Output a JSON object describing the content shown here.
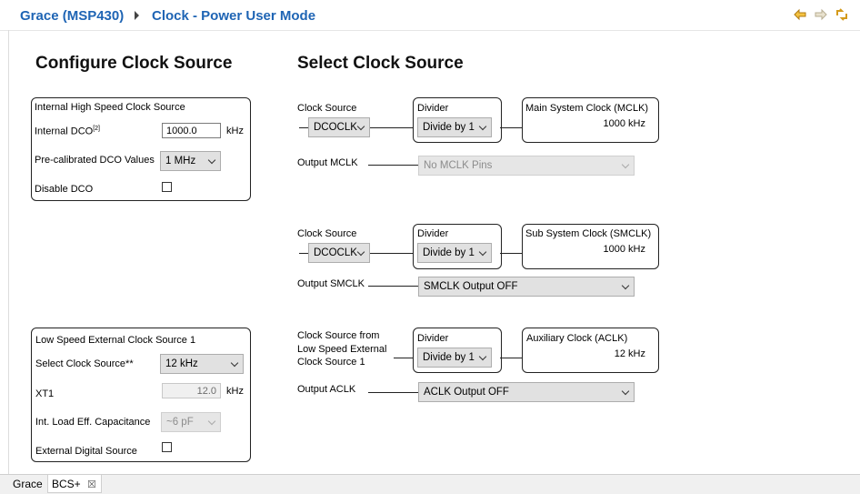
{
  "header": {
    "crumb1": "Grace (MSP430)",
    "crumb2": "Clock - Power User Mode",
    "icons": [
      "back-arrow-icon",
      "forward-arrow-icon",
      "sync-icon"
    ]
  },
  "left": {
    "title": "Configure Clock Source",
    "hs": {
      "title": "Internal High Speed Clock Source",
      "dco_label": "Internal DCO",
      "dco_sup": "[2]",
      "dco_value": "1000.0",
      "dco_unit": "kHz",
      "precal_label": "Pre-calibrated DCO Values",
      "precal_value": "1 MHz",
      "disable_label": "Disable DCO"
    },
    "ls": {
      "title": "Low Speed External Clock Source 1",
      "select_label": "Select Clock Source**",
      "select_value": "12 kHz",
      "xt1_label": "XT1",
      "xt1_value": "12.0",
      "xt1_unit": "kHz",
      "cap_label": "Int. Load Eff. Capacitance",
      "cap_value": "~6 pF",
      "ext_label": "External Digital Source"
    }
  },
  "right": {
    "title": "Select Clock Source",
    "mclk": {
      "src_label": "Clock Source",
      "src_value": "DCOCLK",
      "div_label": "Divider",
      "div_value": "Divide by 1",
      "clock_name": "Main System Clock (MCLK)",
      "clock_value": "1000 kHz",
      "output_label": "Output MCLK",
      "output_value": "No MCLK Pins"
    },
    "smclk": {
      "src_label": "Clock Source",
      "src_value": "DCOCLK",
      "div_label": "Divider",
      "div_value": "Divide by 1",
      "clock_name": "Sub System Clock (SMCLK)",
      "clock_value": "1000 kHz",
      "output_label": "Output SMCLK",
      "output_value": "SMCLK Output OFF"
    },
    "aclk": {
      "src_line1": "Clock Source from",
      "src_line2": "Low Speed External",
      "src_line3": "Clock Source 1",
      "div_label": "Divider",
      "div_value": "Divide by 1",
      "clock_name": "Auxiliary Clock (ACLK)",
      "clock_value": "12 kHz",
      "output_label": "Output ACLK",
      "output_value": "ACLK Output OFF"
    }
  },
  "footer": {
    "tab1": "Grace",
    "tab2": "BCS+",
    "close_glyph": "☒"
  }
}
